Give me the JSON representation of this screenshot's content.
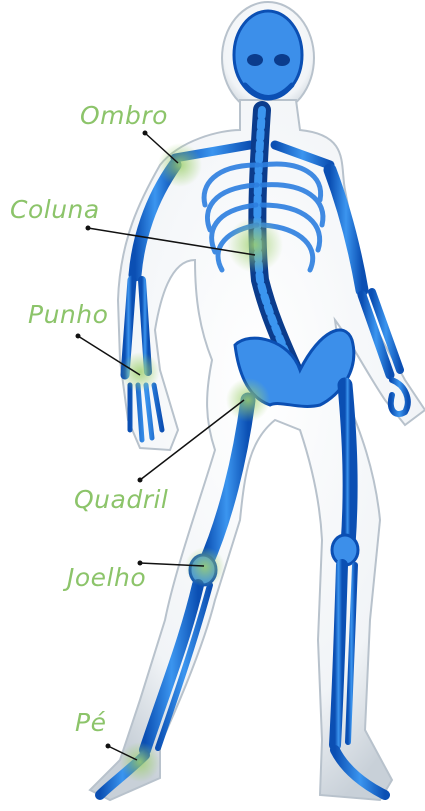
{
  "labels": {
    "ombro": "Ombro",
    "coluna": "Coluna",
    "punho": "Punho",
    "quadril": "Quadril",
    "joelho": "Joelho",
    "pe": "Pé"
  },
  "colors": {
    "label": "#8cc46a",
    "highlight": "#9fd16f",
    "bone": "#1f6fd1",
    "body_outline": "#c9d3dd"
  }
}
